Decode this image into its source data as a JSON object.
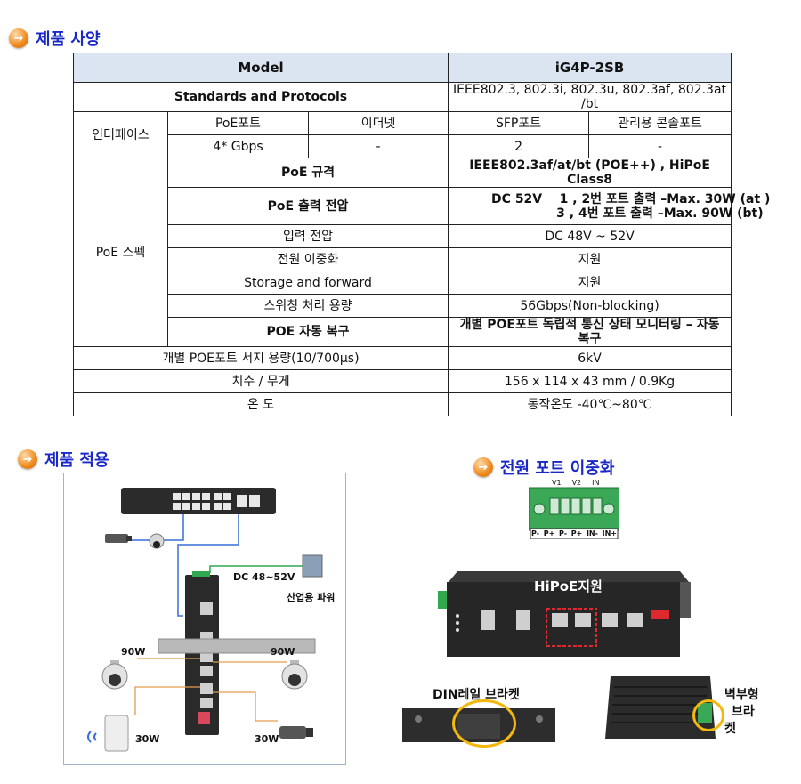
{
  "sections": {
    "spec_title": "제품 사양",
    "application_title": "제품 적용",
    "power_title": "전원 포트 이중화"
  },
  "spec": {
    "header": {
      "label": "Model",
      "value": "iG4P-2SB"
    },
    "standards": {
      "label": "Standards and Protocols",
      "value": "IEEE802.3, 802.3i, 802.3u, 802.3af, 802.3at /bt"
    },
    "interface": {
      "label": "인터페이스",
      "columns": [
        "PoE포트",
        "이더넷",
        "SFP포트",
        "관리용 콘솔포트"
      ],
      "values": [
        "4* Gbps",
        "-",
        "2",
        "-"
      ]
    },
    "poe": {
      "label": "PoE 스펙",
      "standard_label": "PoE 규격",
      "standard_value": "IEEE802.3af/at/bt (POE++) , HiPoE Class8",
      "voltage_label": "PoE 출력 전압",
      "voltage_line1": "DC 52V    1 , 2번 포트 출력 –Max. 30W (at )",
      "voltage_line2": "               3 , 4번 포트 출력 –Max. 90W (bt)",
      "input_label": "입력 전압",
      "input_value": "DC 48V ~ 52V",
      "redundancy_label": "전원 이중화",
      "redundancy_value": "지원",
      "storage_label": "Storage and forward",
      "storage_value": "지원",
      "switching_label": "스위칭 처리 용량",
      "switching_value": "56Gbps(Non-blocking)",
      "recovery_label": "POE 자동 복구",
      "recovery_value": "개별 POE포트 독립적 통신 상태 모니터링 – 자동 복구"
    },
    "surge": {
      "label": "개별 POE포트 서지 용량(10/700μs)",
      "value": "6kV"
    },
    "dimension": {
      "label": "치수 / 무게",
      "value": "156 x 114 x 43 mm / 0.9Kg"
    },
    "temperature": {
      "label": "온 도",
      "value": "동작온도 -40℃~80℃"
    }
  },
  "application": {
    "dc_label": "DC 48~52V",
    "power_label": "산업용 파워",
    "w90_left": "90W",
    "w90_right": "90W",
    "w30_left": "30W",
    "w30_right": "30W"
  },
  "power": {
    "terminal_top": [
      "V1",
      "V2",
      "IN"
    ],
    "terminal_bottom": [
      "P-",
      "P+",
      "P-",
      "P+",
      "IN-",
      "IN+"
    ],
    "hipoe_label": "HiPoE지원",
    "din_label": "DIN레일 브라켓",
    "wall_label_line1": "벽부형",
    "wall_label_line2": "브라",
    "wall_label_line3": "켓"
  },
  "colors": {
    "title": "#1a27c9",
    "header_bg": "#dbe5f1",
    "highlight": "#f3b80d",
    "accent_line": "#3a6fd8"
  }
}
